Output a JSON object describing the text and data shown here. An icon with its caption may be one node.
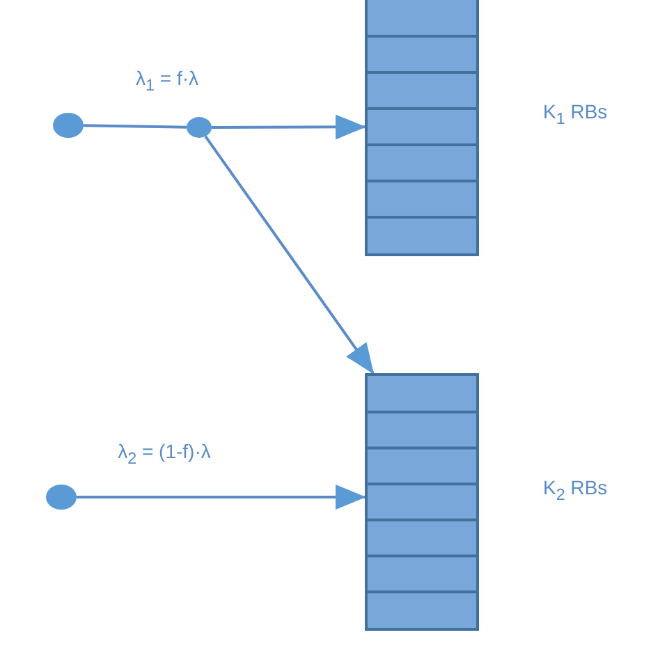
{
  "diagram": {
    "nodes": [
      {
        "text": [],
        "shape": "circle"
      },
      {
        "text": [],
        "shape": "circle"
      },
      {
        "text": [],
        "shape": "box",
        "beside": [
          "K$_{1}$ RBs"
        ]
      },
      {
        "text": [],
        "shape": "circle"
      },
      {
        "text": [],
        "shape": "box",
        "beside": [
          "K$_{2}$ RBs"
        ]
      }
    ],
    "edges": [
      {
        "from": 0,
        "to": 1,
        "arrow": "none",
        "label": "λ$_{1}$ = f·λ"
      },
      {
        "from": 1,
        "to": 2,
        "arrow": "to"
      },
      {
        "from": 1,
        "to": 4,
        "arrow": "to"
      },
      {
        "from": 3,
        "to": 4,
        "arrow": "to",
        "label": "λ$_{2}$ = (1-f)·λ"
      }
    ]
  }
}
